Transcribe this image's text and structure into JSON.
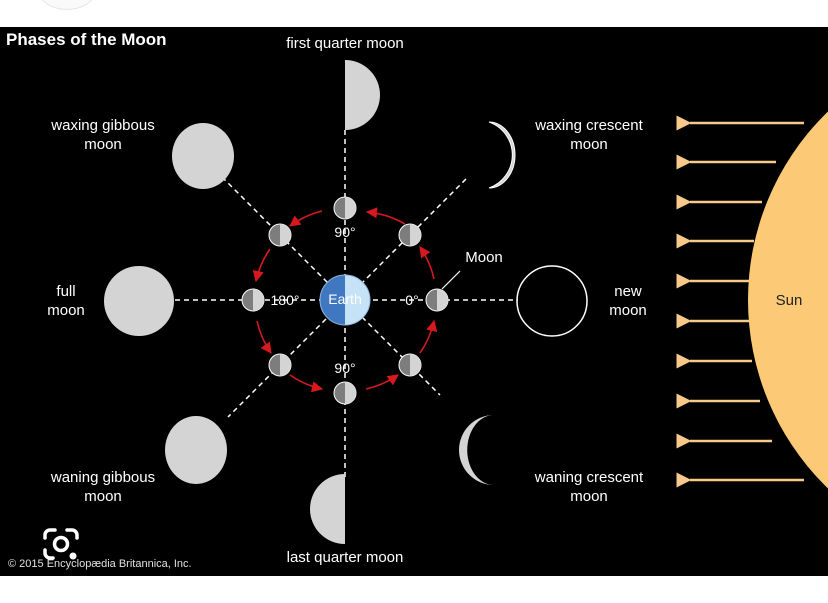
{
  "title": "Phases of the Moon",
  "copyright": "© 2015 Encyclopædia Britannica, Inc.",
  "labels": {
    "first_quarter": "first quarter moon",
    "waxing_gibbous": "waxing gibbous\nmoon",
    "waxing_crescent": "waxing crescent\nmoon",
    "full": "full\nmoon",
    "new": "new\nmoon",
    "waning_gibbous": "waning gibbous\nmoon",
    "waning_crescent": "waning crescent\nmoon",
    "last_quarter": "last quarter moon",
    "moon": "Moon",
    "earth": "Earth",
    "sun": "Sun",
    "deg_90_top": "90°",
    "deg_90_bottom": "90°",
    "deg_180": "180°",
    "deg_0": "0°"
  },
  "colors": {
    "background": "#000000",
    "sun": "#fcc977",
    "sun_rays": "#f7c98a",
    "earth_day": "#c6e2f6",
    "earth_night": "#3f78c0",
    "moon_lit": "#d4d4d4",
    "orbit_arrows": "#d7191f"
  },
  "icons": {
    "lens": "camera-lens-icon"
  }
}
